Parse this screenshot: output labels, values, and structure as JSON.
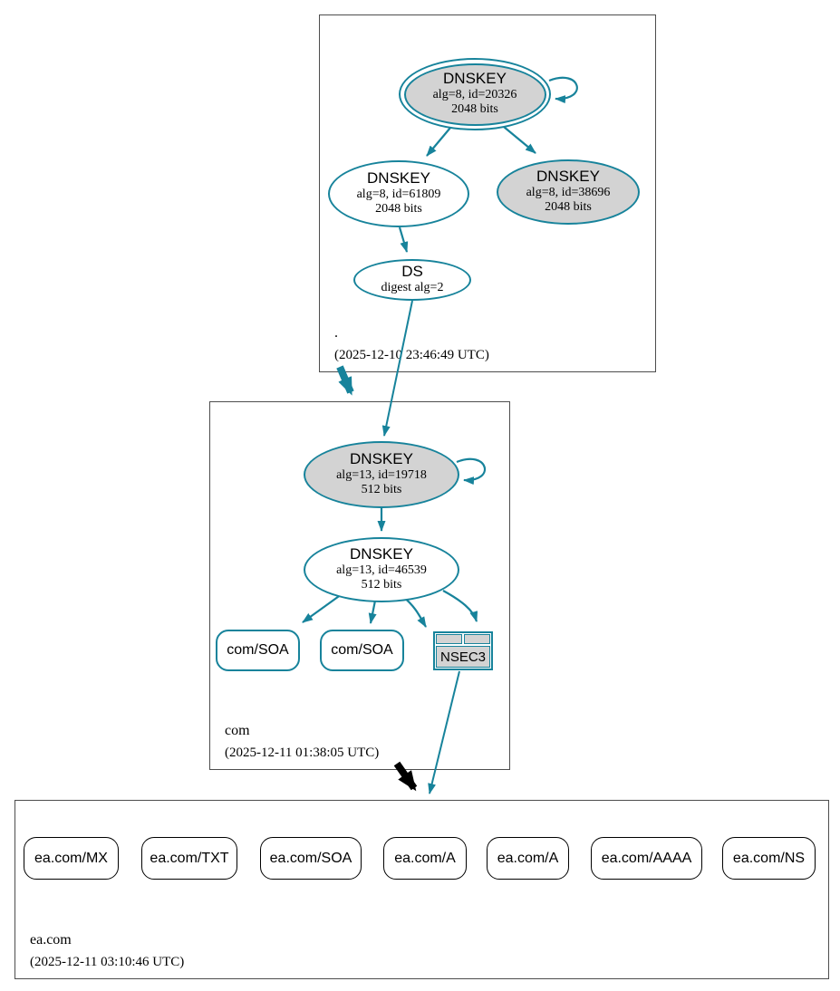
{
  "figure": {
    "type": "dnssec-authentication-chain-diagram"
  },
  "colors": {
    "edge_teal": "#17839b",
    "node_fill_gray": "#d3d3d3",
    "zone_border_gray": "#4d4d4d",
    "delegation_black": "#000000"
  },
  "zones": [
    {
      "name": ".",
      "timestamp": "(2025-12-10 23:46:49 UTC)",
      "nodes": {
        "ksk": {
          "title": "DNSKEY",
          "line2": "alg=8, id=20326",
          "line3": "2048 bits"
        },
        "zsk": {
          "title": "DNSKEY",
          "line2": "alg=8, id=61809",
          "line3": "2048 bits"
        },
        "ksk2": {
          "title": "DNSKEY",
          "line2": "alg=8, id=38696",
          "line3": "2048 bits"
        },
        "ds": {
          "title": "DS",
          "line2": "digest alg=2"
        }
      }
    },
    {
      "name": "com",
      "timestamp": "(2025-12-11 01:38:05 UTC)",
      "nodes": {
        "ksk": {
          "title": "DNSKEY",
          "line2": "alg=13, id=19718",
          "line3": "512 bits"
        },
        "zsk": {
          "title": "DNSKEY",
          "line2": "alg=13, id=46539",
          "line3": "512 bits"
        },
        "soa1": {
          "label": "com/SOA"
        },
        "soa2": {
          "label": "com/SOA"
        },
        "nsec3": {
          "label": "NSEC3"
        }
      }
    },
    {
      "name": "ea.com",
      "timestamp": "(2025-12-11 03:10:46 UTC)",
      "rrsets": [
        "ea.com/MX",
        "ea.com/TXT",
        "ea.com/SOA",
        "ea.com/A",
        "ea.com/A",
        "ea.com/AAAA",
        "ea.com/NS"
      ]
    }
  ]
}
